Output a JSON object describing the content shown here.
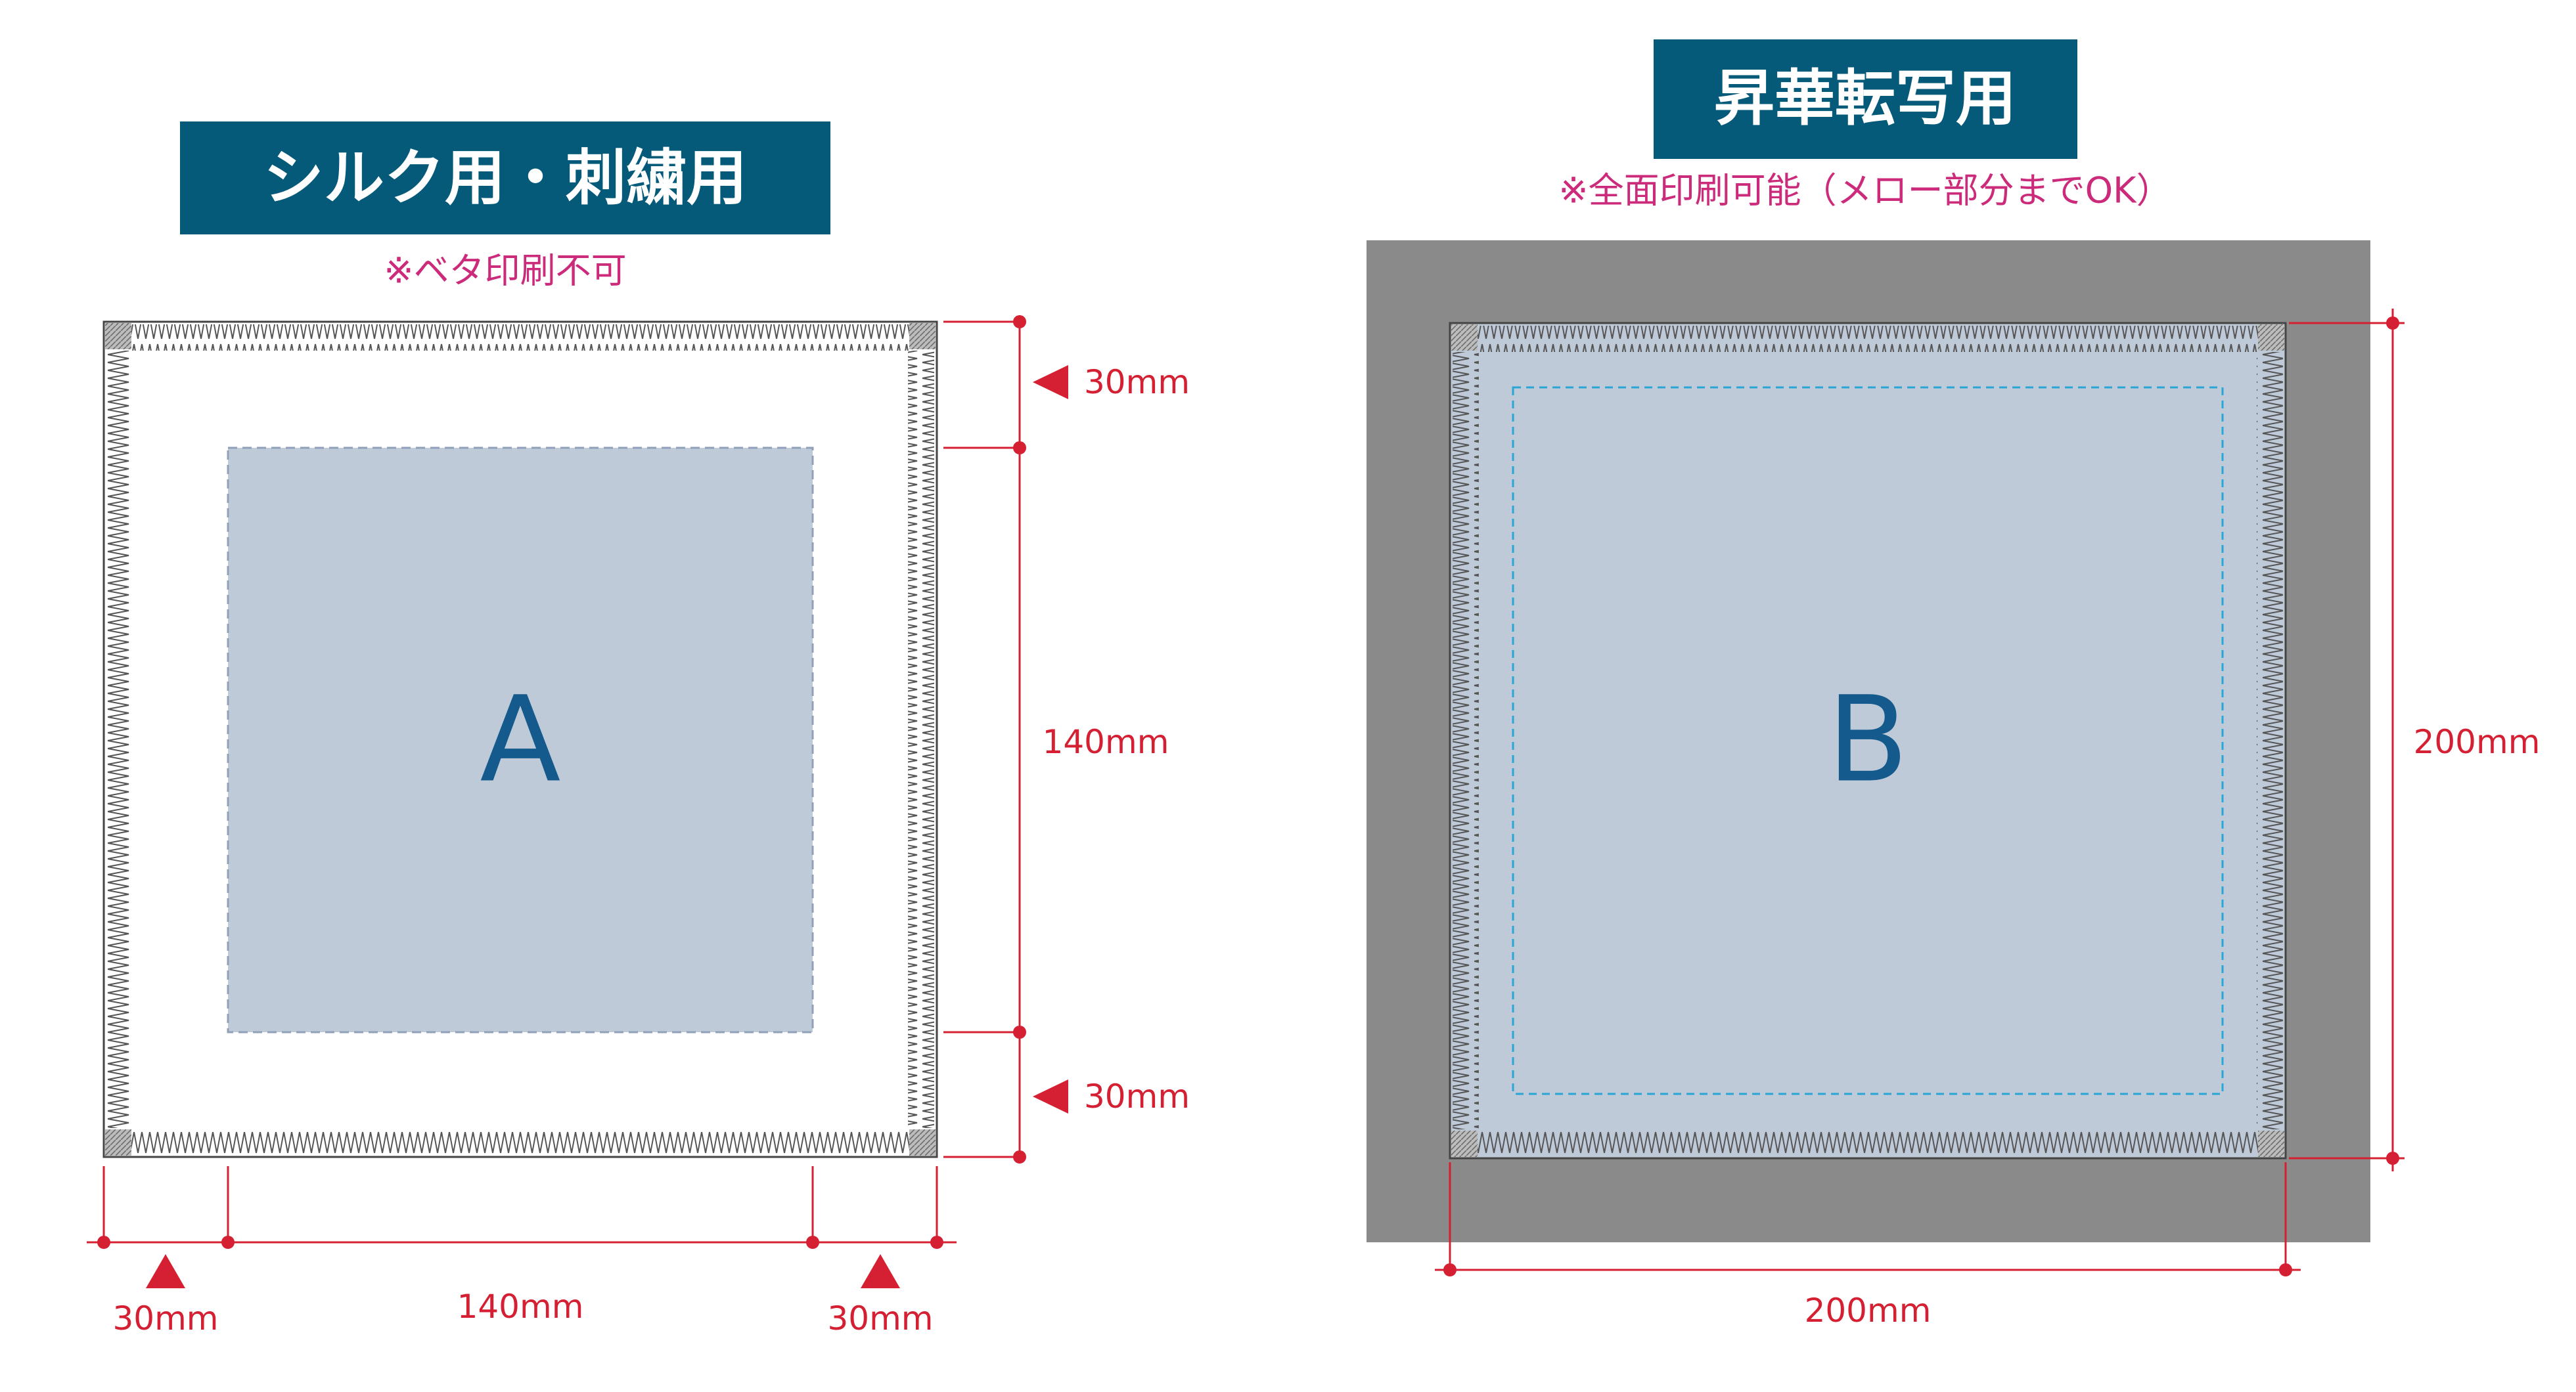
{
  "colors": {
    "title_bg": "#045a78",
    "note": "#cc2a7a",
    "dimension": "#d42032",
    "print_area": "#bfcad9",
    "sublimation_bg": "#8a8a8a",
    "letter": "#145a8c",
    "dashed_cyan": "#2aa6d6",
    "stitch": "#555555"
  },
  "left_panel": {
    "title": "シルク用・刺繍用",
    "note": "※ベタ印刷不可",
    "area_label": "A",
    "dim_top_margin": "30mm",
    "dim_height": "140mm",
    "dim_bottom_margin": "30mm",
    "dim_left_margin": "30mm",
    "dim_width": "140mm",
    "dim_right_margin": "30mm"
  },
  "right_panel": {
    "title": "昇華転写用",
    "note": "※全面印刷可能（メロー部分までOK）",
    "area_label": "B",
    "dim_height": "200mm",
    "dim_width": "200mm"
  }
}
